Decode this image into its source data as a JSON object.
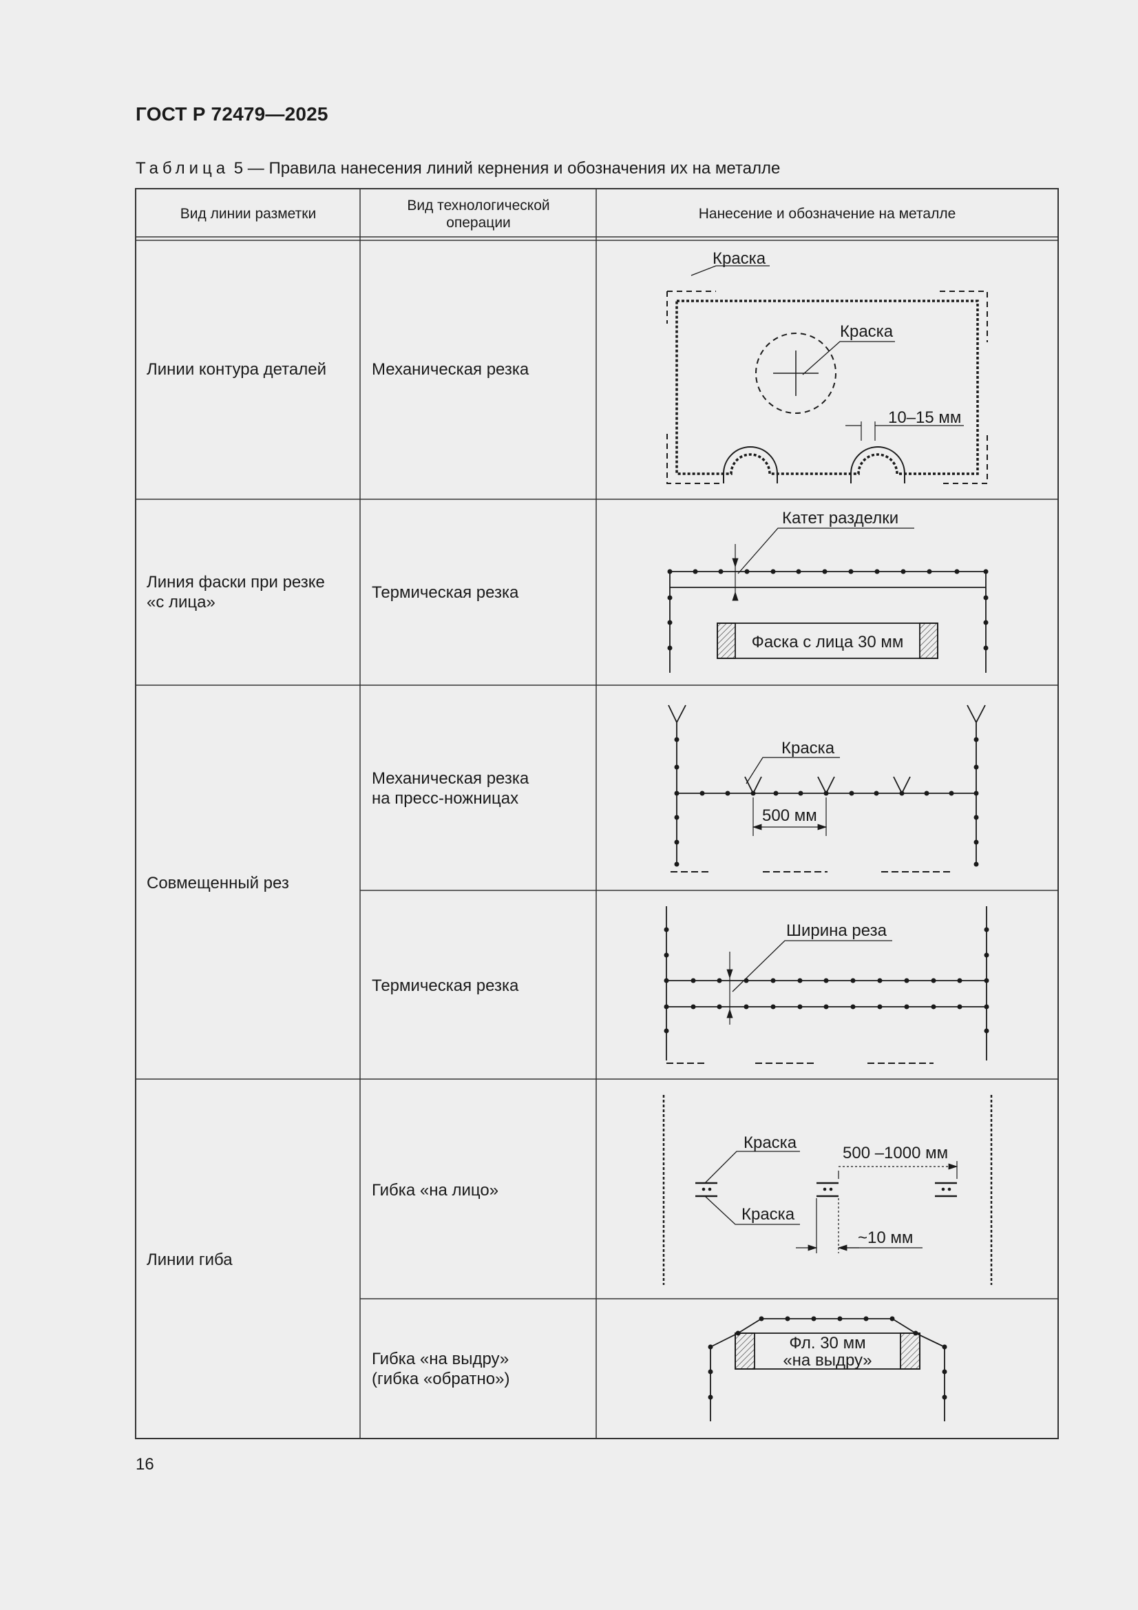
{
  "document": {
    "id": "ГОСТ Р 72479—2025",
    "page_number": "16"
  },
  "table": {
    "caption_label": "Таблица",
    "caption_rest": " 5 — Правила нанесения линий кернения и обозначения их на металле",
    "headers": {
      "line_type": "Вид линии разметки",
      "operation_line1": "Вид технологической",
      "operation_line2": "операции",
      "marking": "Нанесение и обозначение на металле"
    },
    "rows": [
      {
        "line_type": "Линии контура деталей",
        "operation": "Механическая резка"
      },
      {
        "line_type_l1": "Линия фаски при резке",
        "line_type_l2": "«с лица»",
        "operation": "Термическая резка"
      },
      {
        "line_type": "Совмещенный рез",
        "op1_l1": "Механическая резка",
        "op1_l2": "на пресс-ножницах",
        "op2": "Термическая резка"
      },
      {
        "line_type": "Линии гиба",
        "op1": "Гибка «на лицо»",
        "op2_l1": "Гибка «на выдру»",
        "op2_l2": "(гибка «обратно»)"
      }
    ]
  },
  "drawings": {
    "contour": {
      "paint_outer": "Краска",
      "paint_hole": "Краска",
      "gap": "10–15 мм"
    },
    "chamfer": {
      "leg": "Катет разделки",
      "label": "Фаска с лица 30 мм"
    },
    "combined_mech": {
      "paint": "Краска",
      "spacing": "500 мм"
    },
    "combined_thermal": {
      "kerf": "Ширина реза"
    },
    "bend_face": {
      "paint_top": "Краска",
      "paint_bottom": "Краска",
      "spacing": "500 –1000 мм",
      "offset": "~10 мм"
    },
    "bend_back": {
      "label_l1": "Фл. 30 мм",
      "label_l2": "«на выдру»"
    }
  }
}
